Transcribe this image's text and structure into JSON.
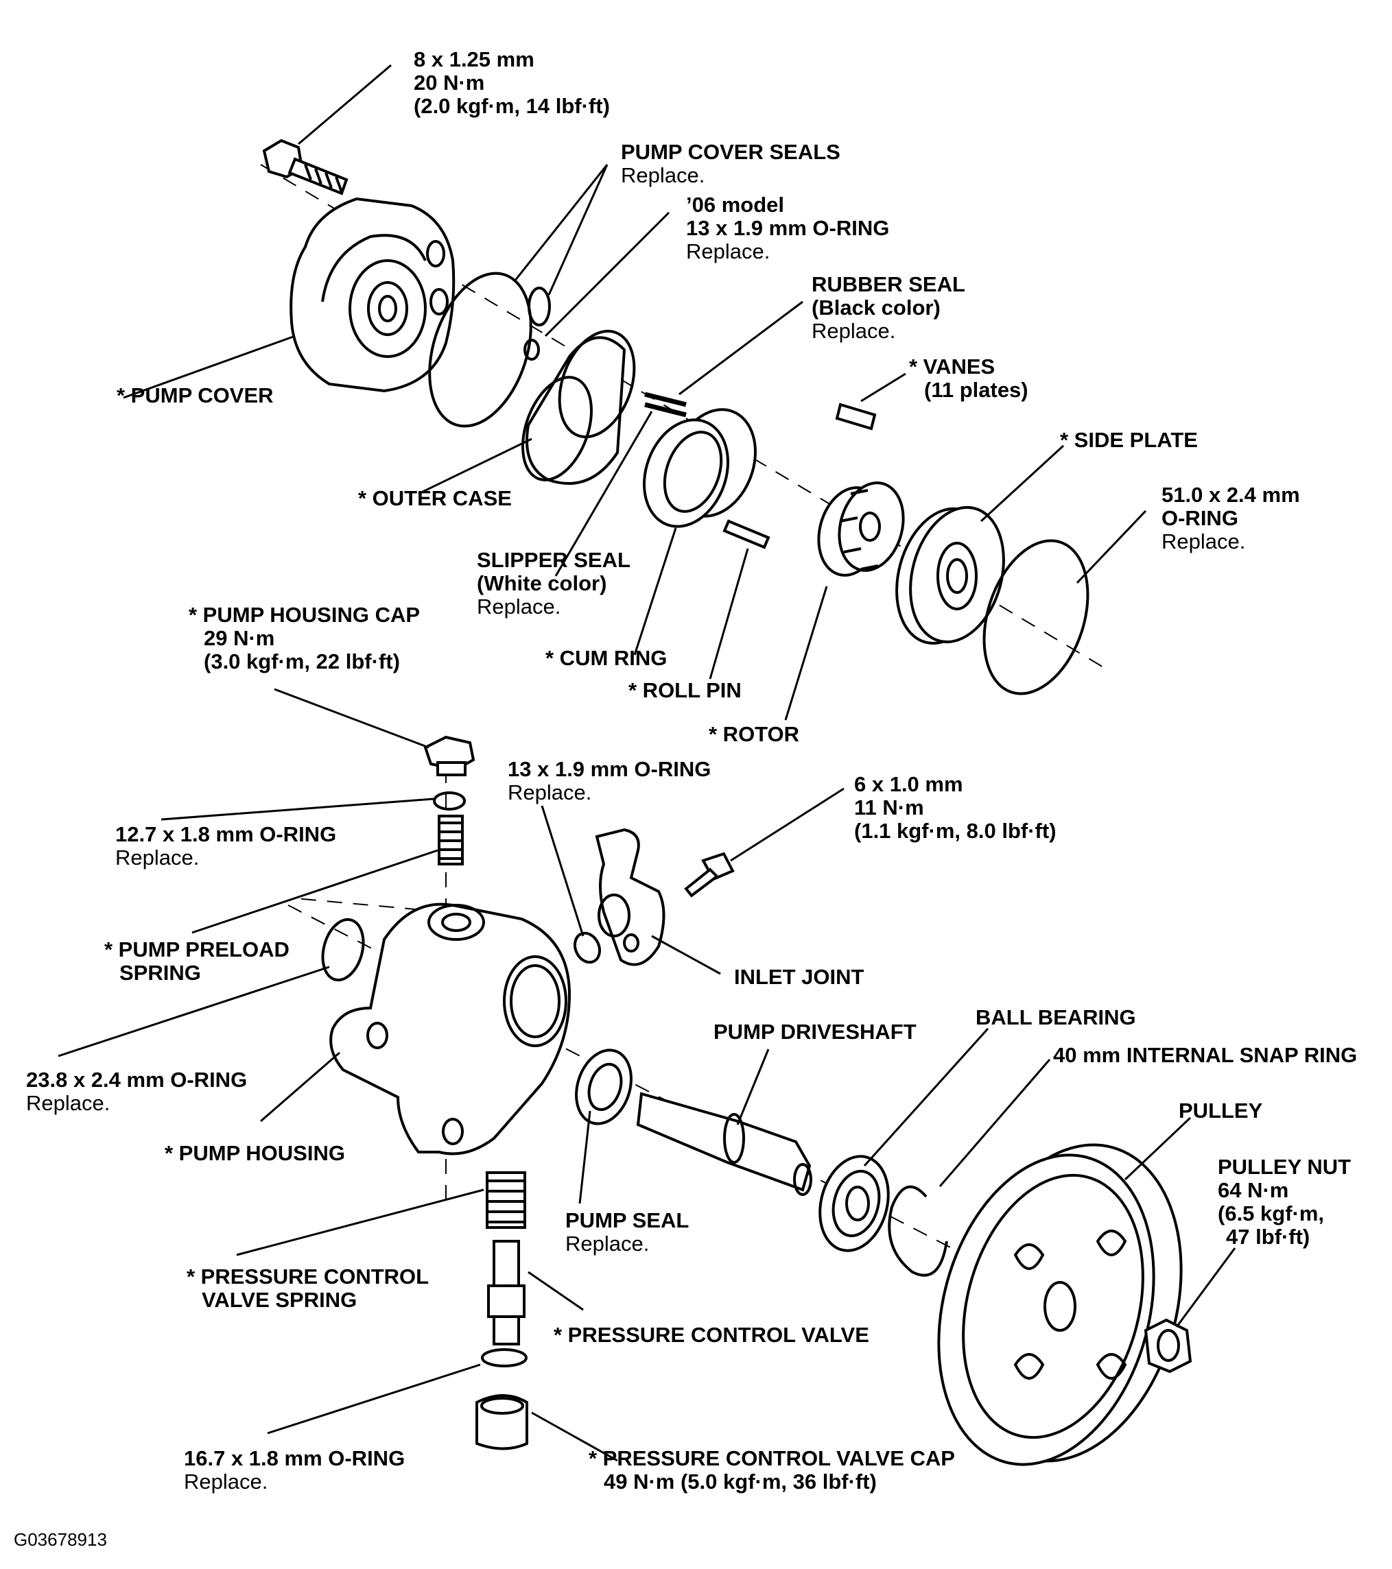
{
  "labels": {
    "bolt_8x125": [
      "8 x 1.25 mm",
      "20 N·m",
      "(2.0 kgf·m, 14 lbf·ft)"
    ],
    "pump_cover_seals": [
      "PUMP COVER SEALS",
      "Replace."
    ],
    "oring_06_model": [
      "’06 model",
      "13 x 1.9 mm O-RING",
      "Replace."
    ],
    "rubber_seal": [
      "RUBBER SEAL",
      "(Black color)",
      "Replace."
    ],
    "vanes": [
      "* VANES",
      "(11 plates)"
    ],
    "pump_cover": "* PUMP COVER",
    "side_plate": "* SIDE PLATE",
    "oring_51": [
      "51.0 x 2.4 mm",
      "O-RING",
      "Replace."
    ],
    "outer_case": "* OUTER CASE",
    "slipper_seal": [
      "SLIPPER SEAL",
      "(White color)",
      "Replace."
    ],
    "pump_housing_cap": [
      "* PUMP HOUSING CAP",
      "29 N·m",
      "(3.0 kgf·m, 22 lbf·ft)"
    ],
    "cum_ring": "* CUM RING",
    "roll_pin": "* ROLL PIN",
    "rotor": "* ROTOR",
    "oring_13_housing": [
      "13 x 1.9 mm O-RING",
      "Replace."
    ],
    "bolt_6x10": [
      "6 x 1.0 mm",
      "11 N·m",
      "(1.1 kgf·m, 8.0 lbf·ft)"
    ],
    "oring_12_7": [
      "12.7 x 1.8 mm O-RING",
      "Replace."
    ],
    "pump_preload_spring": [
      "* PUMP PRELOAD",
      "SPRING"
    ],
    "inlet_joint": "INLET JOINT",
    "pump_driveshaft": "PUMP DRIVESHAFT",
    "ball_bearing": "BALL BEARING",
    "snap_ring": "40 mm INTERNAL SNAP RING",
    "oring_23_8": [
      "23.8 x 2.4 mm O-RING",
      "Replace."
    ],
    "pulley": "PULLEY",
    "pump_housing": "* PUMP HOUSING",
    "pulley_nut": [
      "PULLEY NUT",
      "64 N·m",
      "(6.5 kgf·m,",
      "47 lbf·ft)"
    ],
    "pump_seal": [
      "PUMP SEAL",
      "Replace."
    ],
    "pcv_spring": [
      "* PRESSURE CONTROL",
      "VALVE SPRING"
    ],
    "pcv": "* PRESSURE CONTROL VALVE",
    "oring_16_7": [
      "16.7 x 1.8 mm O-RING",
      "Replace."
    ],
    "pcv_cap": [
      "* PRESSURE CONTROL VALVE CAP",
      "49 N·m (5.0 kgf·m, 36 lbf·ft)"
    ]
  },
  "figure_code": "G03678913"
}
